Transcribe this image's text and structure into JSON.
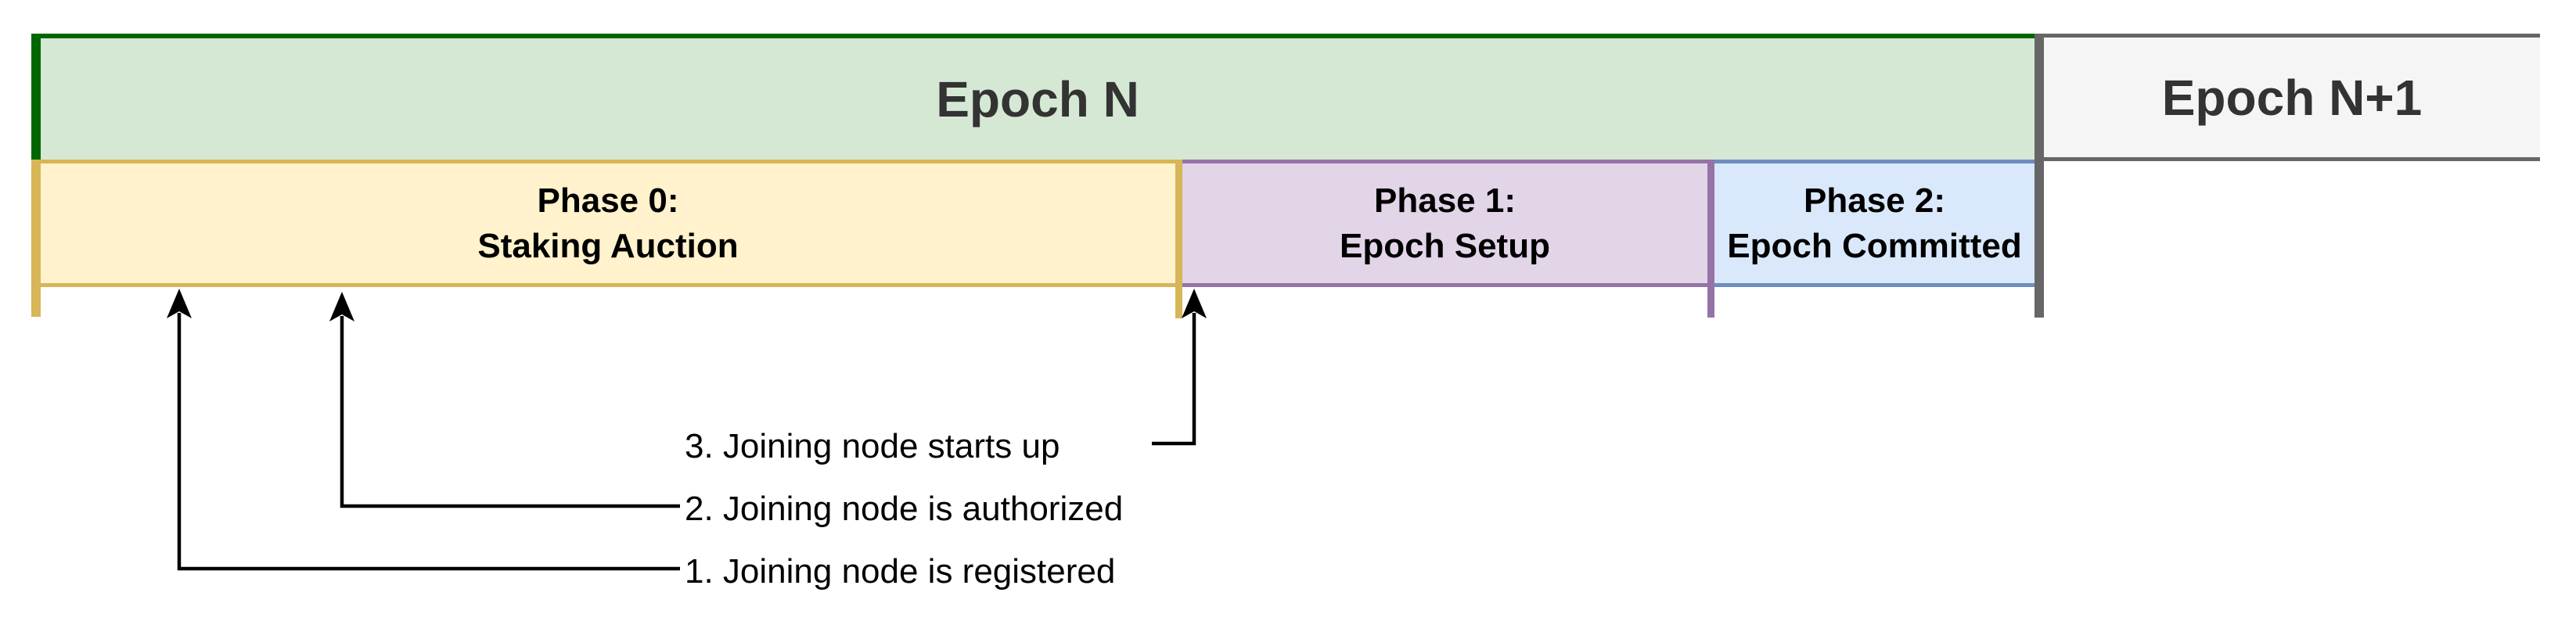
{
  "epochs": {
    "current": {
      "label": "Epoch N"
    },
    "next": {
      "label": "Epoch N+1"
    }
  },
  "phases": [
    {
      "name": "phase-0-staking-auction",
      "line1": "Phase 0:",
      "line2": "Staking Auction"
    },
    {
      "name": "phase-1-epoch-setup",
      "line1": "Phase 1:",
      "line2": "Epoch Setup"
    },
    {
      "name": "phase-2-epoch-committed",
      "line1": "Phase 2:",
      "line2": "Epoch Committed"
    }
  ],
  "annotations": [
    {
      "label": "1. Joining node is registered"
    },
    {
      "label": "2. Joining node is authorized"
    },
    {
      "label": "3. Joining node starts up"
    }
  ],
  "colors": {
    "epoch-n-fill": "#d5e8d4",
    "epoch-n-border": "#006600",
    "epoch-next-fill": "#f5f5f5",
    "epoch-next-border": "#666666",
    "divider": "#666666",
    "phase0-fill": "#fff2cc",
    "phase0-border": "#d6b656",
    "phase1-fill": "#e1d5e7",
    "phase1-border": "#9673a6",
    "phase2-fill": "#dae8fc",
    "phase2-border": "#6c8ebf",
    "epoch-text": "#333333",
    "annotation-text": "#000000"
  }
}
